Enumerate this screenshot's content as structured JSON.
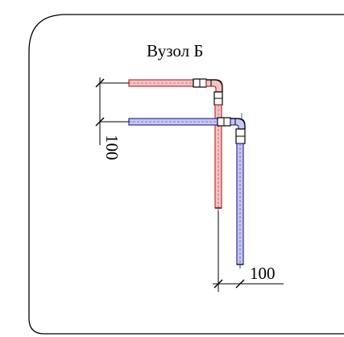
{
  "detail": {
    "title": "Вузол Б"
  },
  "dimensions": {
    "vertical_label": "100",
    "horizontal_label": "100"
  },
  "colors": {
    "red_pipe": "#c03030",
    "red_pipe_fill": "#f2c4c4",
    "blue_pipe": "#2c2ca8",
    "blue_pipe_fill": "#c8c8f0",
    "frame": "#000000"
  }
}
